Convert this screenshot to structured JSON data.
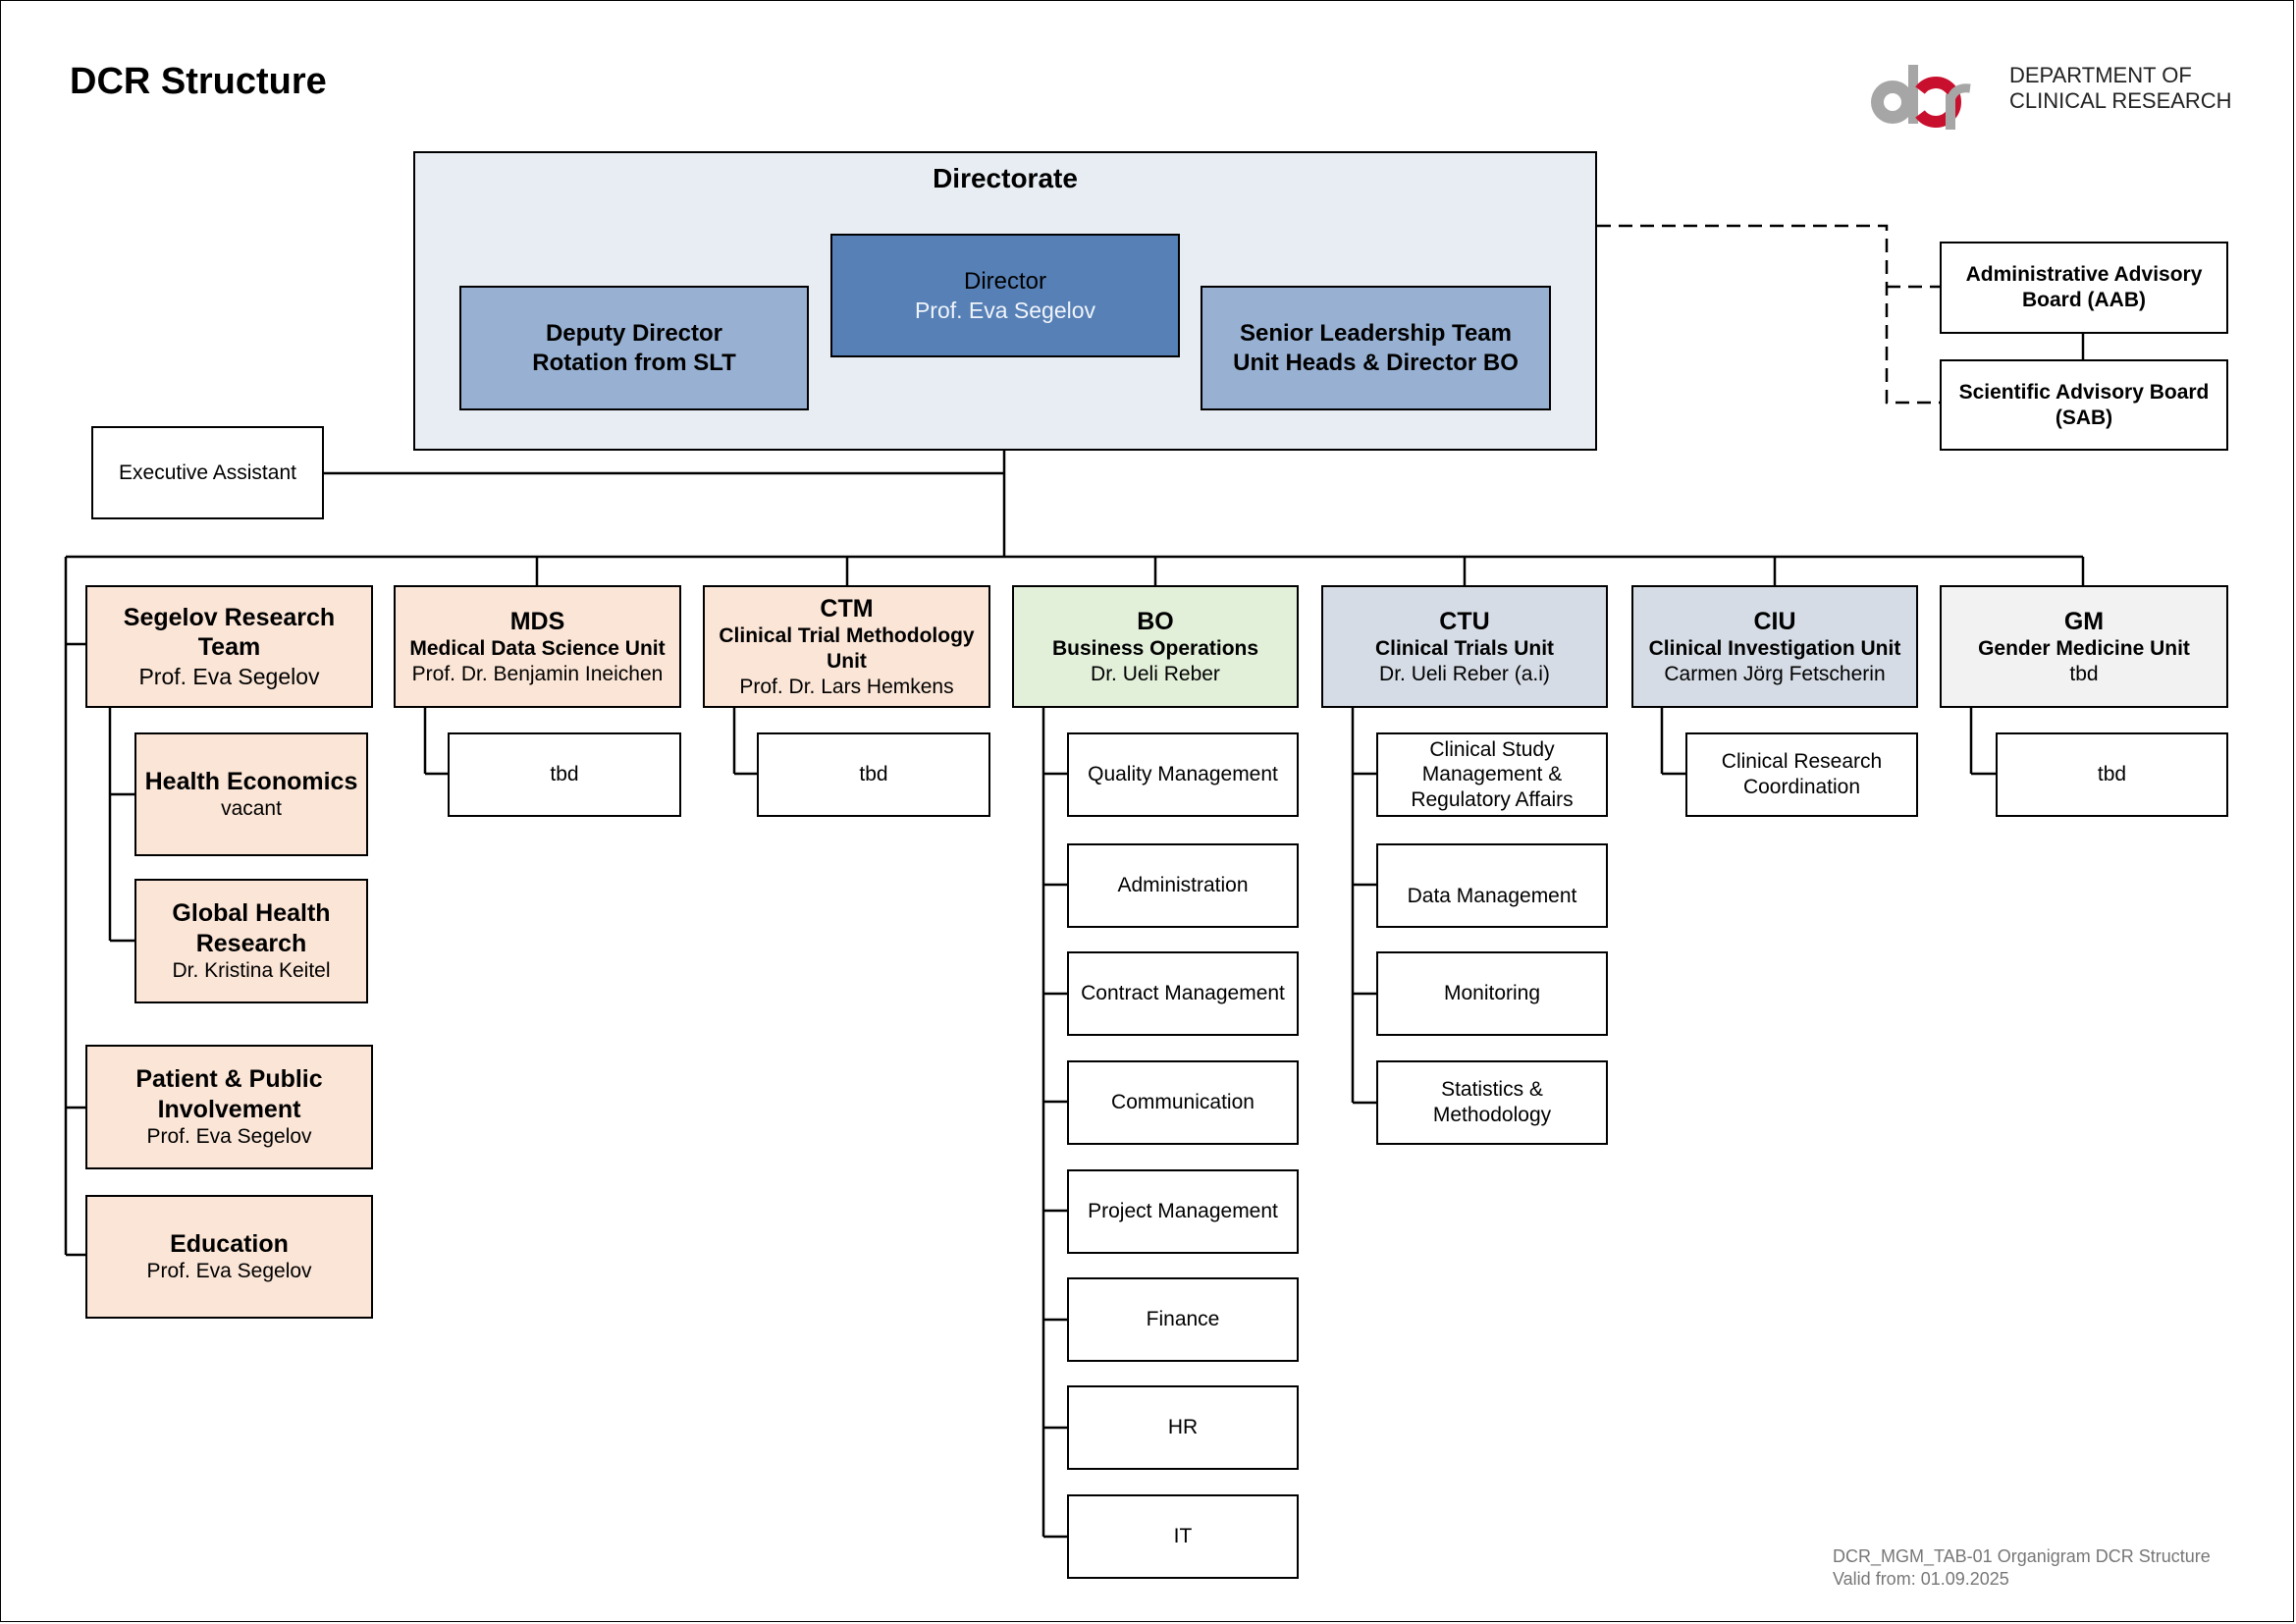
{
  "title": "DCR Structure",
  "logo": {
    "line1": "DEPARTMENT OF",
    "line2": "CLINICAL RESEARCH"
  },
  "directorate": {
    "title": "Directorate",
    "director": {
      "title": "Director",
      "name": "Prof. Eva Segelov"
    },
    "deputy": {
      "title": "Deputy Director",
      "sub": "Rotation from SLT"
    },
    "slt": {
      "title": "Senior Leadership Team",
      "sub": "Unit Heads & Director BO"
    }
  },
  "advisory": {
    "aab": {
      "line1": "Administrative Advisory",
      "line2": "Board (AAB)"
    },
    "sab": {
      "line1": "Scientific Advisory Board",
      "line2": "(SAB)"
    }
  },
  "executive_assistant": "Executive Assistant",
  "segelov": {
    "title1": "Segelov Research",
    "title2": "Team",
    "lead": "Prof. Eva Segelov",
    "health_econ": {
      "title": "Health Economics",
      "lead": "vacant"
    },
    "global_health": {
      "title1": "Global Health",
      "title2": "Research",
      "lead": "Dr. Kristina Keitel"
    },
    "ppi": {
      "title1": "Patient & Public",
      "title2": "Involvement",
      "lead": "Prof. Eva Segelov"
    },
    "education": {
      "title": "Education",
      "lead": "Prof. Eva Segelov"
    }
  },
  "mds": {
    "abbr": "MDS",
    "name": "Medical Data Science Unit",
    "lead": "Prof. Dr. Benjamin Ineichen",
    "sub": "tbd"
  },
  "ctm": {
    "abbr": "CTM",
    "name1": "Clinical Trial Methodology",
    "name2": "Unit",
    "lead": "Prof. Dr. Lars Hemkens",
    "sub": "tbd"
  },
  "bo": {
    "abbr": "BO",
    "name": "Business Operations",
    "lead": "Dr. Ueli Reber",
    "subs": [
      "Quality Management",
      "Administration",
      "Contract Management",
      "Communication",
      "Project Management",
      "Finance",
      "HR",
      "IT"
    ]
  },
  "ctu": {
    "abbr": "CTU",
    "name": "Clinical Trials Unit",
    "lead": "Dr. Ueli Reber (a.i)",
    "csm": {
      "line1": "Clinical Study",
      "line2": "Management &",
      "line3": "Regulatory Affairs"
    },
    "dm": "Data Management",
    "mon": "Monitoring",
    "stat": {
      "line1": "Statistics &",
      "line2": "Methodology"
    }
  },
  "ciu": {
    "abbr": "CIU",
    "name": "Clinical Investigation Unit",
    "lead": "Carmen Jörg Fetscherin",
    "sub1": "Clinical Research",
    "sub2": "Coordination"
  },
  "gm": {
    "abbr": "GM",
    "name": "Gender Medicine Unit",
    "lead": "tbd",
    "sub": "tbd"
  },
  "footer": {
    "line1": "DCR_MGM_TAB-01  Organigram DCR Structure",
    "line2": "Valid from:  01.09.2025"
  },
  "colors": {
    "directorate_bg": "#e7edf2",
    "director": "#5680b6",
    "deputy_slt": "#98b1d3",
    "research_units": "#fbe5d6",
    "bo": "#e2efd9",
    "ctu_ciu": "#d6dce5",
    "gm": "#f2f2f2",
    "logo_red": "#c8102e",
    "logo_grey": "#a6a6a6"
  }
}
